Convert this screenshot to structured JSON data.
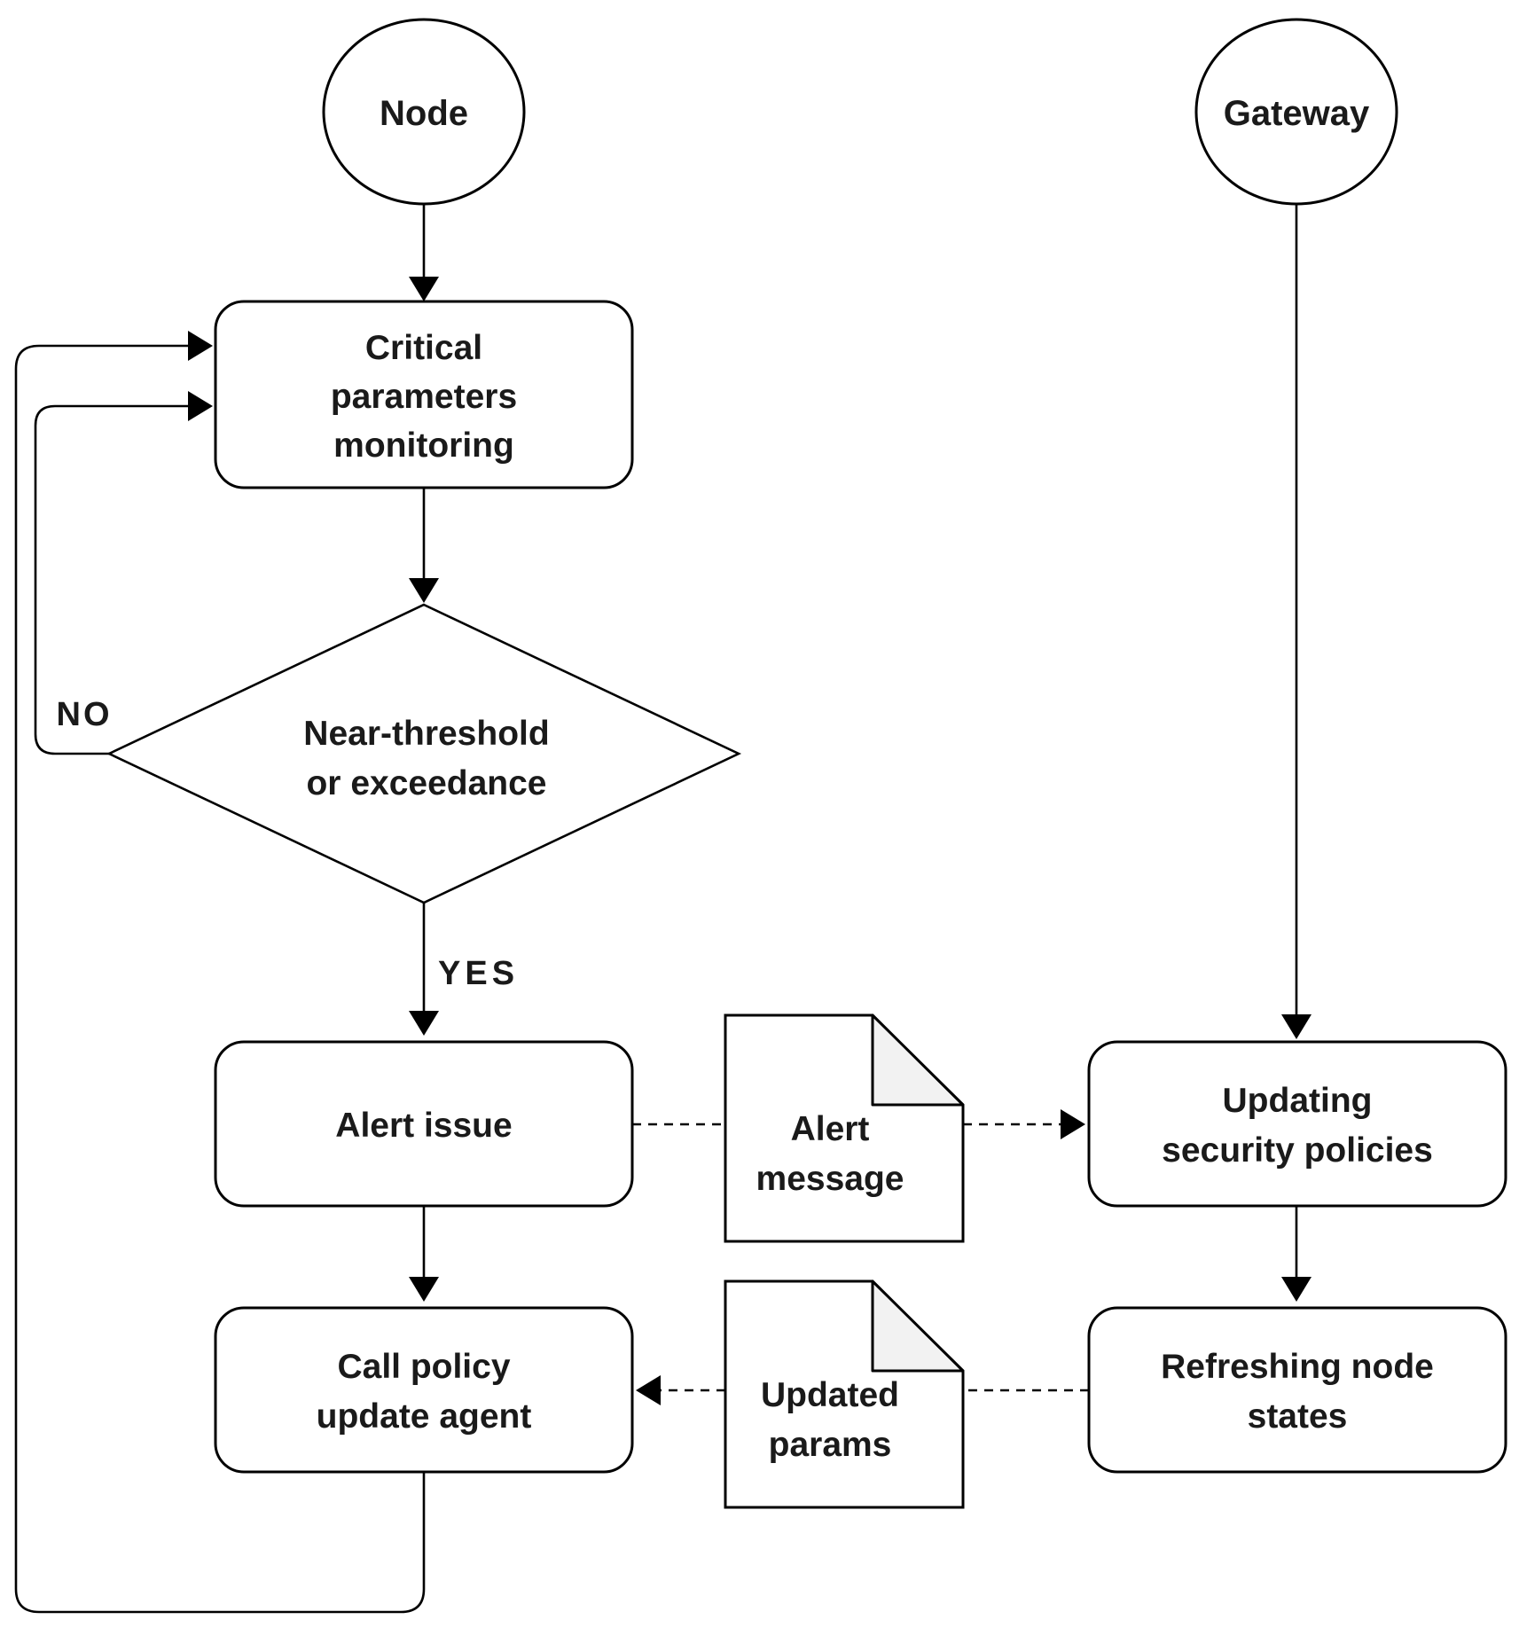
{
  "flowchart": {
    "colors": {
      "background": "#ffffff",
      "shape_fill": "#ffffff",
      "stroke": "#000000",
      "fold_fill": "#f2f2f2",
      "text": "#1a1a1a"
    },
    "node_circle": {
      "label": "Node"
    },
    "gateway_circle": {
      "label": "Gateway"
    },
    "critical_box": {
      "lines": [
        "Critical",
        "parameters",
        "monitoring"
      ]
    },
    "decision_diamond": {
      "lines": [
        "Near-threshold",
        "or exceedance"
      ]
    },
    "no_label": "NO",
    "yes_label": "YES",
    "alert_box": {
      "lines": [
        "Alert issue"
      ]
    },
    "call_box": {
      "lines": [
        "Call policy",
        "update agent"
      ]
    },
    "updating_box": {
      "lines": [
        "Updating",
        "security policies"
      ]
    },
    "refreshing_box": {
      "lines": [
        "Refreshing node",
        "states"
      ]
    },
    "alert_doc": {
      "lines": [
        "Alert",
        "message"
      ]
    },
    "params_doc": {
      "lines": [
        "Updated",
        "params"
      ]
    },
    "edges": [
      {
        "from": "node",
        "to": "critical-parameters-monitoring",
        "style": "solid-arrow"
      },
      {
        "from": "critical-parameters-monitoring",
        "to": "near-threshold-decision",
        "style": "solid-arrow"
      },
      {
        "from": "near-threshold-decision",
        "to": "critical-parameters-monitoring",
        "style": "solid-arrow",
        "label": "NO"
      },
      {
        "from": "near-threshold-decision",
        "to": "alert-issue",
        "style": "solid-arrow",
        "label": "YES"
      },
      {
        "from": "alert-issue",
        "to": "call-policy-update-agent",
        "style": "solid-arrow"
      },
      {
        "from": "call-policy-update-agent",
        "to": "critical-parameters-monitoring",
        "style": "solid-arrow"
      },
      {
        "from": "alert-issue",
        "to": "alert-message-document",
        "style": "dashed"
      },
      {
        "from": "alert-message-document",
        "to": "updating-security-policies",
        "style": "dashed-arrow"
      },
      {
        "from": "gateway",
        "to": "updating-security-policies",
        "style": "solid-arrow"
      },
      {
        "from": "updating-security-policies",
        "to": "refreshing-node-states",
        "style": "solid-arrow"
      },
      {
        "from": "refreshing-node-states",
        "to": "updated-params-document",
        "style": "dashed"
      },
      {
        "from": "updated-params-document",
        "to": "call-policy-update-agent",
        "style": "dashed-arrow"
      }
    ]
  }
}
